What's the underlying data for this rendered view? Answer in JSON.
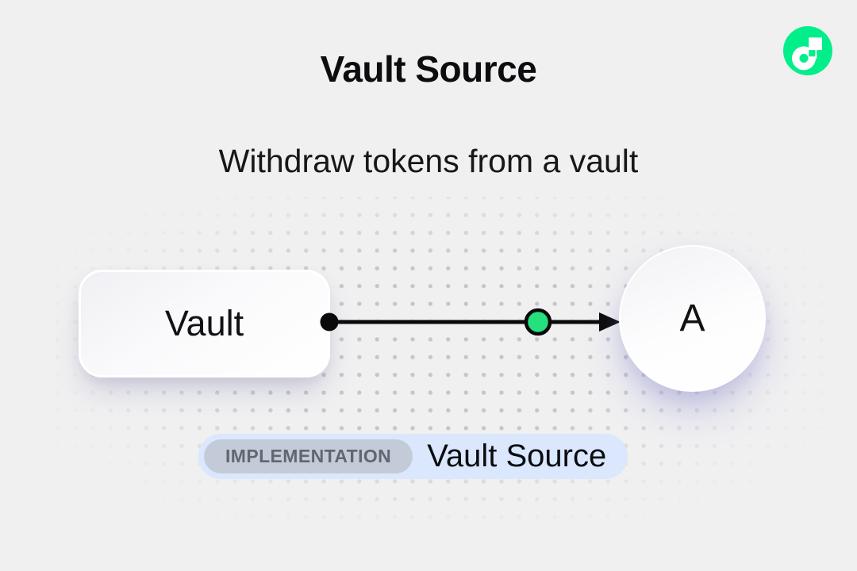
{
  "page": {
    "title": "Vault Source",
    "subtitle": "Withdraw tokens from a vault"
  },
  "header": {
    "logo_icon": "flow-logo-icon",
    "logo_color": "#00EF8B"
  },
  "diagram": {
    "source_label": "Vault",
    "target_label": "A",
    "edge_color": "#0a0a0a",
    "token_color": "#24E07D",
    "token_trail_color": "#16C06C"
  },
  "footer_badge": {
    "tag": "IMPLEMENTATION",
    "label": "Vault Source",
    "container_color": "#DBE7FD",
    "tag_bg_color": "#C3CBD9",
    "tag_text_color": "#62676F"
  },
  "background": {
    "color": "#F0F0F1",
    "dot_color": "#C5C6CB"
  }
}
